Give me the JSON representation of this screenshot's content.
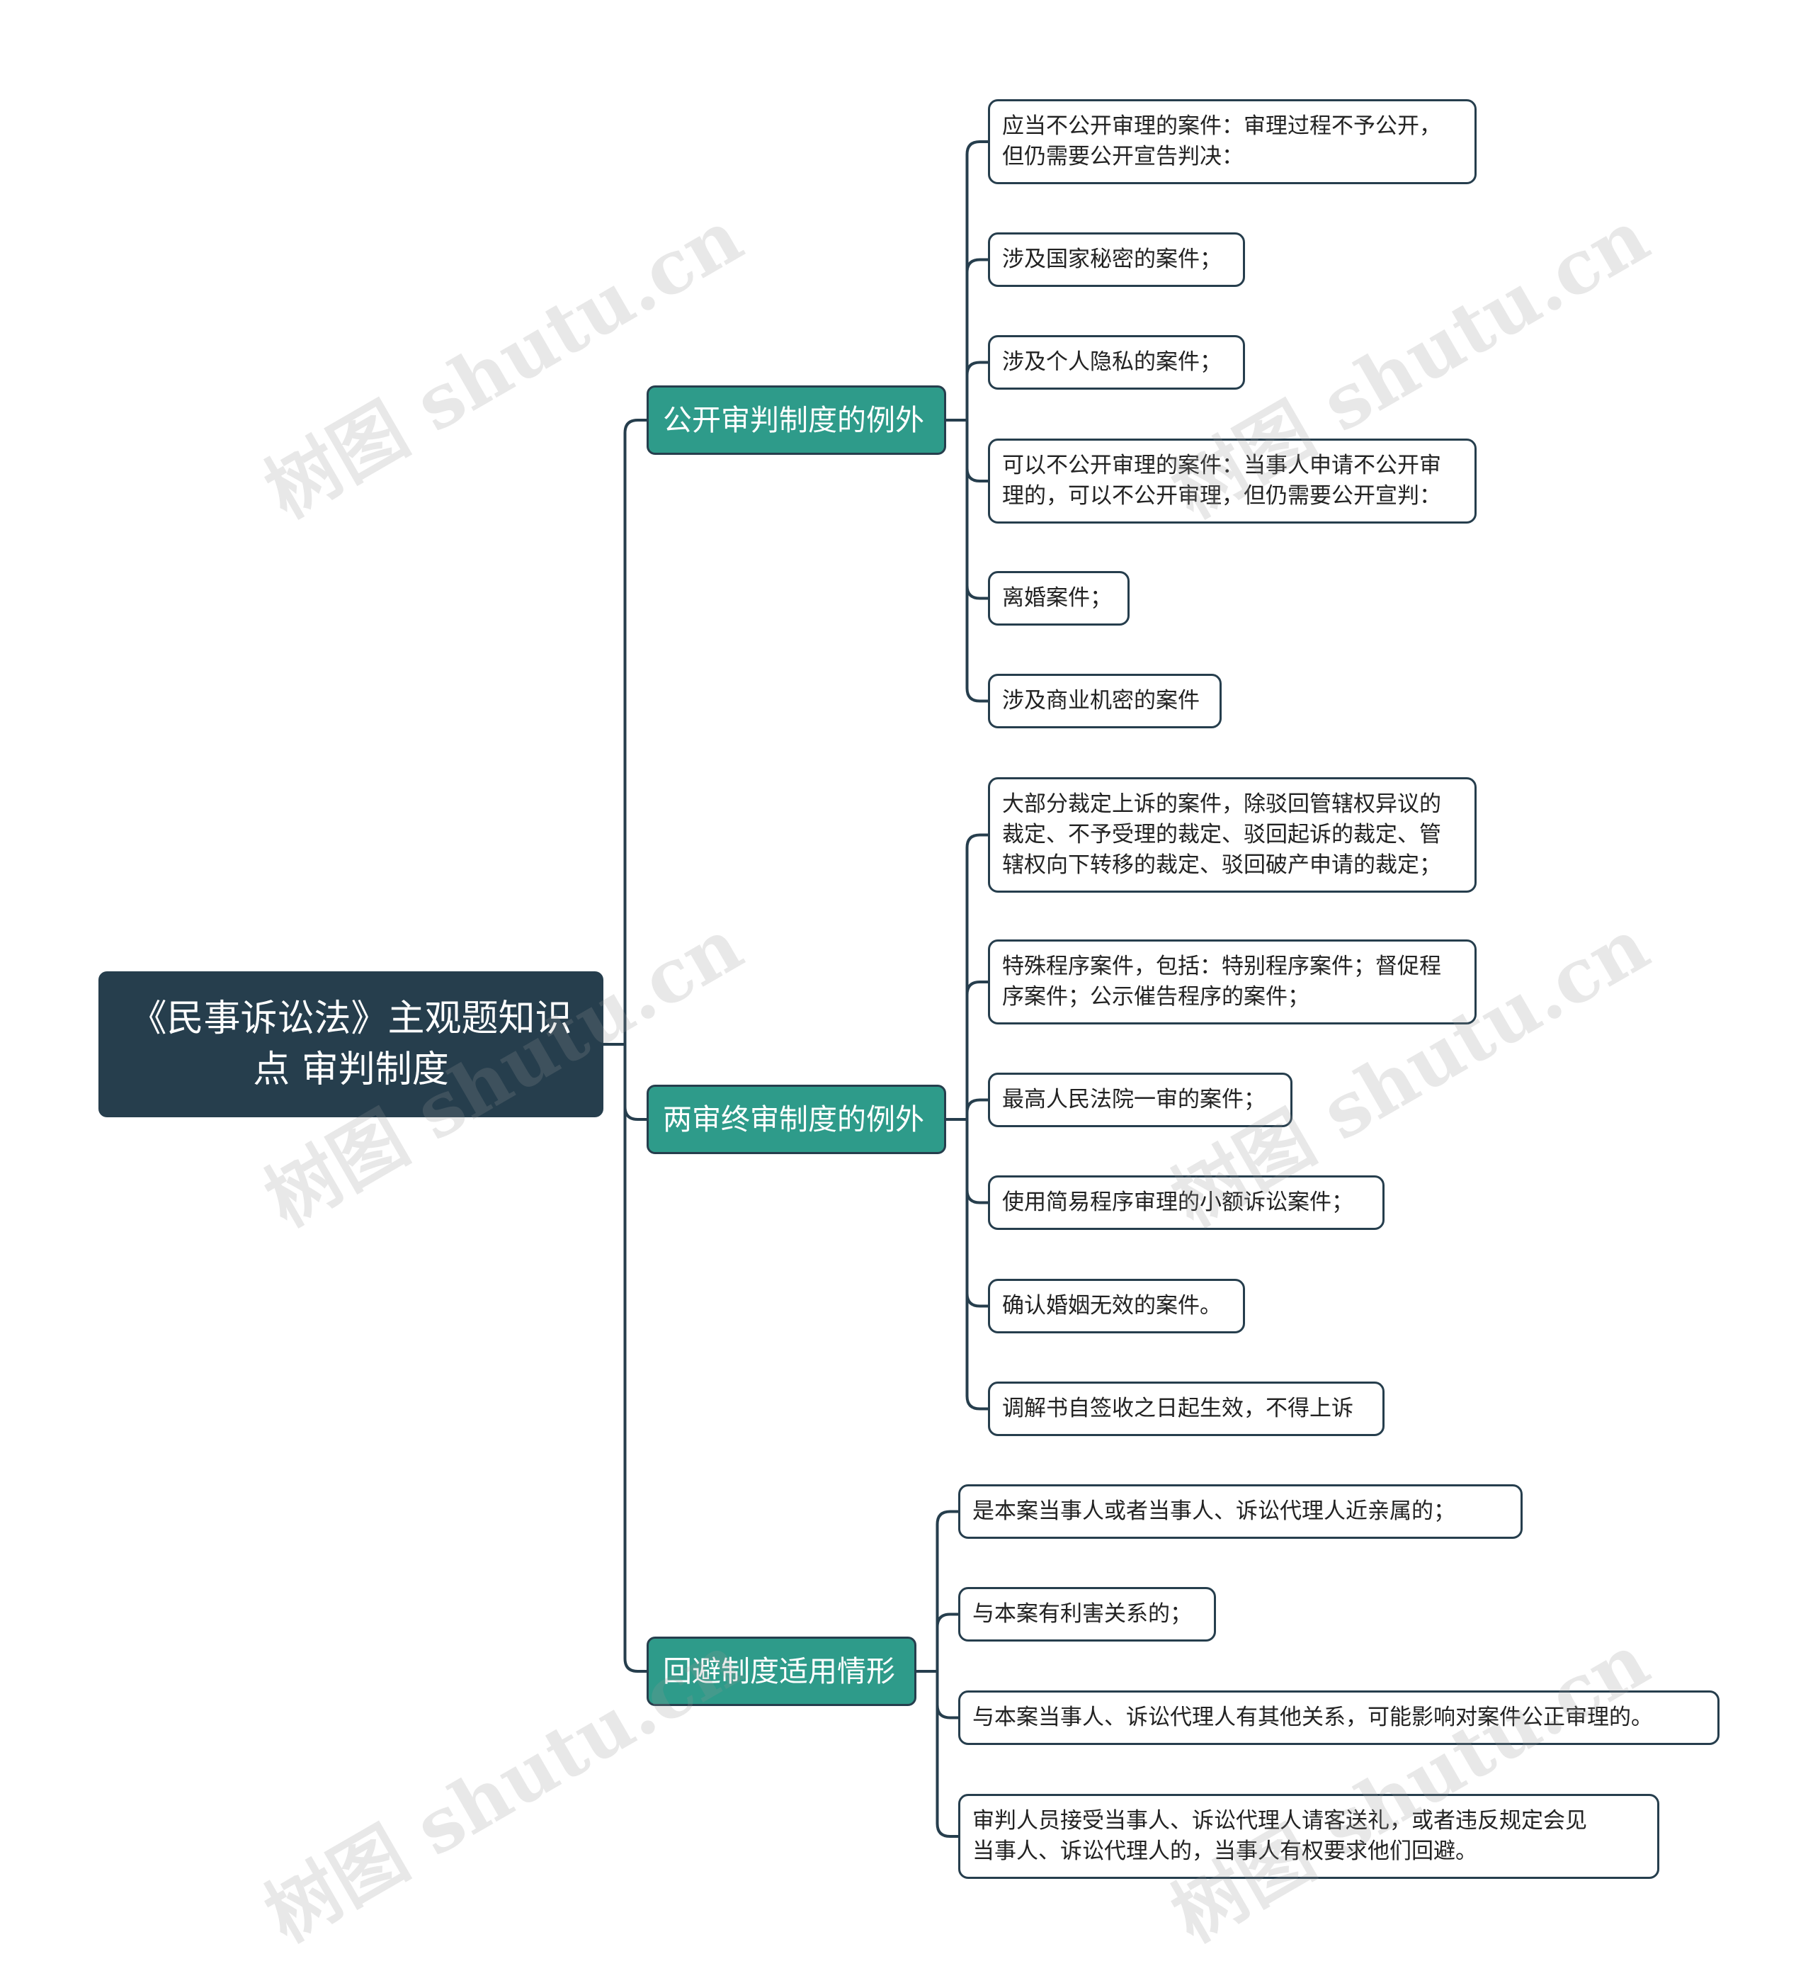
{
  "root": {
    "title": "《民事诉讼法》主观题知识点 审判制度"
  },
  "branches": [
    {
      "label": "公开审判制度的例外",
      "items": [
        "应当不公开审理的案件：审理过程不予公开，\n但仍需要公开宣告判决：",
        "涉及国家秘密的案件；",
        "涉及个人隐私的案件；",
        "可以不公开审理的案件：当事人申请不公开审\n理的，可以不公开审理，但仍需要公开宣判：",
        "离婚案件；",
        "涉及商业机密的案件"
      ]
    },
    {
      "label": "两审终审制度的例外",
      "items": [
        "大部分裁定上诉的案件，除驳回管辖权异议的\n裁定、不予受理的裁定、驳回起诉的裁定、管\n辖权向下转移的裁定、驳回破产申请的裁定；",
        "特殊程序案件，包括：特别程序案件；督促程\n序案件；公示催告程序的案件；",
        "最高人民法院一审的案件；",
        "使用简易程序审理的小额诉讼案件；",
        "确认婚姻无效的案件。",
        "调解书自签收之日起生效，不得上诉"
      ]
    },
    {
      "label": "回避制度适用情形",
      "items": [
        "是本案当事人或者当事人、诉讼代理人近亲属的；",
        "与本案有利害关系的；",
        "与本案当事人、诉讼代理人有其他关系，可能影响对案件公正审理的。",
        " 审判人员接受当事人、诉讼代理人请客送礼，或者违反规定会见\n当事人、诉讼代理人的，当事人有权要求他们回避。"
      ]
    }
  ],
  "watermark": "树图 shutu.cn",
  "colors": {
    "root_bg": "#263e4d",
    "branch_bg": "#2e9b8a",
    "line": "#263e4d"
  }
}
